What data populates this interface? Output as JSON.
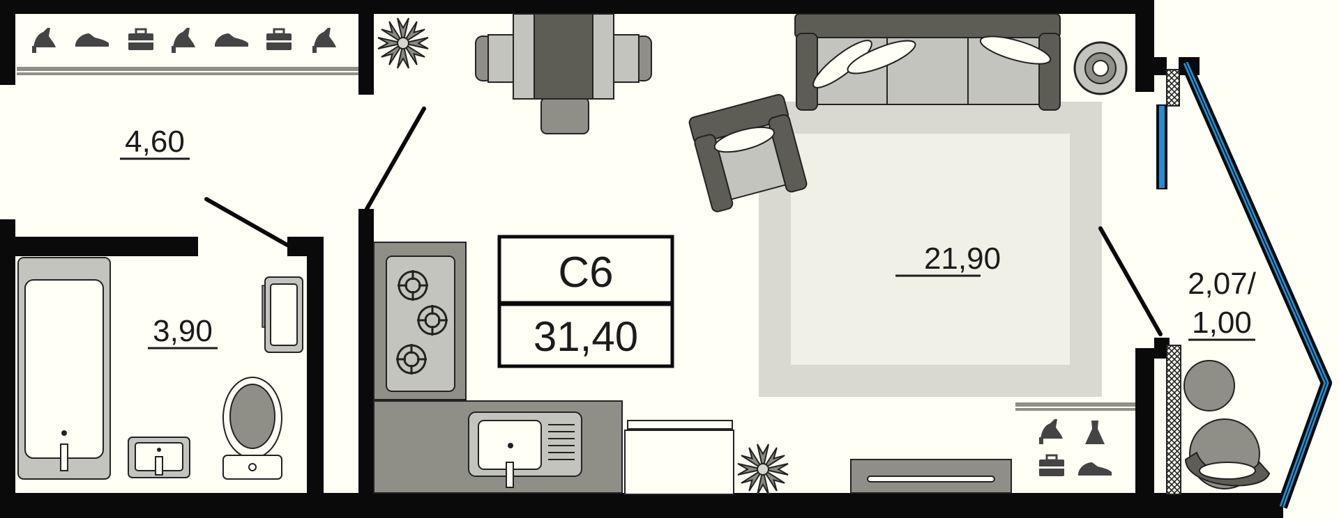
{
  "plan": {
    "unit_code": "С6",
    "total_area": "31,40",
    "rooms": [
      {
        "id": "hall",
        "area": "4,60"
      },
      {
        "id": "bathroom",
        "area": "3,90"
      },
      {
        "id": "living",
        "area": "21,90"
      },
      {
        "id": "balcony",
        "area_line1": "2,07/",
        "area_line2": "1,00"
      }
    ]
  },
  "colors": {
    "background": "#fffff5",
    "wall": "#0a0a0a",
    "furniture_dark": "#5e5d55",
    "furniture_mid": "#8f8f88",
    "furniture_light": "#c4c4be",
    "rug": "#d9d9d1",
    "window_glass": "#1f8fd6"
  },
  "icons": [
    "heel-shoe-icon",
    "sneaker-icon",
    "briefcase-icon",
    "dress-icon",
    "plant-icon",
    "stove-burner-icon"
  ]
}
